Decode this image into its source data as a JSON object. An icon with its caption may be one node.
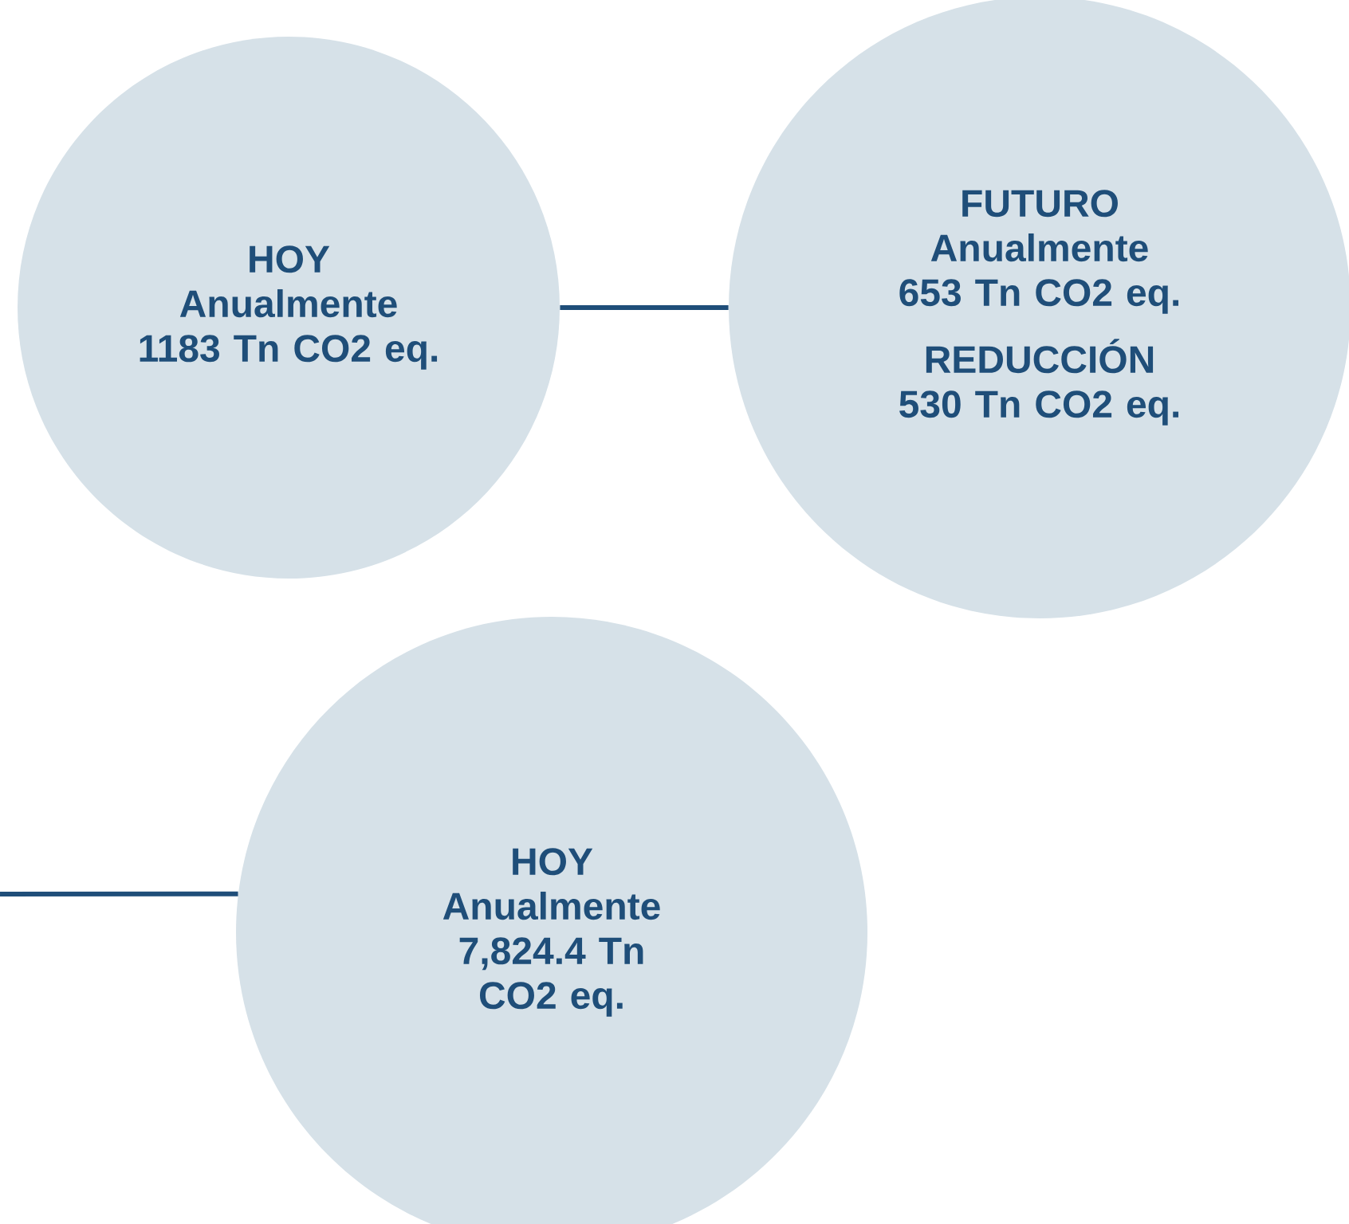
{
  "diagram": {
    "nodes": [
      {
        "text": [
          "HOY",
          "Anualmente 1183 Tn CO2 eq."
        ]
      },
      {
        "text": [
          "FUTURO",
          "Anualmente 653 Tn CO2 eq.",
          "REDUCCIÓN",
          "530 Tn CO2 eq."
        ]
      },
      {
        "text": [
          "HOY",
          "Anualmente 7,824.4 Tn CO2 eq."
        ]
      }
    ],
    "edges": [
      {
        "from": 0,
        "to": 1,
        "arrow": "none"
      },
      {
        "from": null,
        "to": 2,
        "arrow": "none"
      }
    ]
  }
}
